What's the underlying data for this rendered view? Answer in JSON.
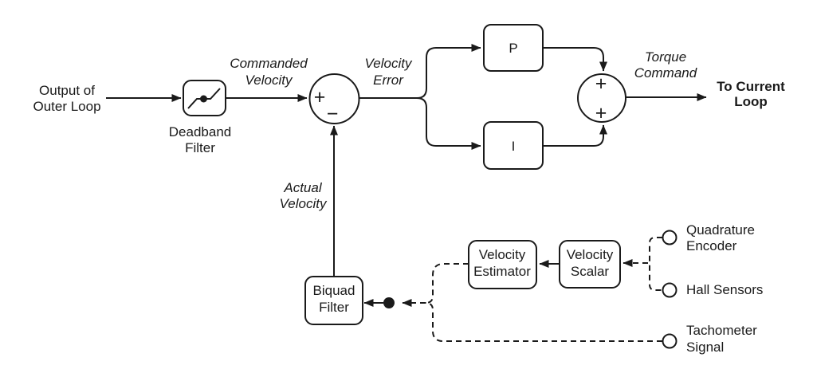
{
  "scene": "velocity-loop-block-diagram",
  "colors": {
    "ink": "#1a1a1a",
    "background": "#ffffff"
  },
  "io_labels": {
    "output_of_outer_loop": [
      "Output of",
      "Outer Loop"
    ],
    "to_current_loop": [
      "To Current",
      "Loop"
    ]
  },
  "signal_labels": {
    "commanded_velocity": [
      "Commanded",
      "Velocity"
    ],
    "velocity_error": [
      "Velocity",
      "Error"
    ],
    "torque_command": [
      "Torque",
      "Command"
    ],
    "actual_velocity": [
      "Actual",
      "Velocity"
    ]
  },
  "blocks": {
    "deadband_filter": [
      "Deadband",
      "Filter"
    ],
    "p_gain": "P",
    "i_gain": "I",
    "biquad_filter": [
      "Biquad",
      "Filter"
    ],
    "velocity_estimator": [
      "Velocity",
      "Estimator"
    ],
    "velocity_scalar": [
      "Velocity",
      "Scalar"
    ]
  },
  "summing_junctions": {
    "velocity_sum": {
      "left": "+",
      "bottom": "−"
    },
    "torque_sum": {
      "top": "+",
      "bottom": "+"
    }
  },
  "sensor_inputs": {
    "quadrature_encoder": [
      "Quadrature",
      "Encoder"
    ],
    "hall_sensors": "Hall Sensors",
    "tachometer_signal": [
      "Tachometer",
      "Signal"
    ]
  },
  "icons": {
    "deadband_icon": "deadband-transfer-curve",
    "junction_dot": "signal-tap-dot",
    "terminal_circle": "external-connector"
  }
}
